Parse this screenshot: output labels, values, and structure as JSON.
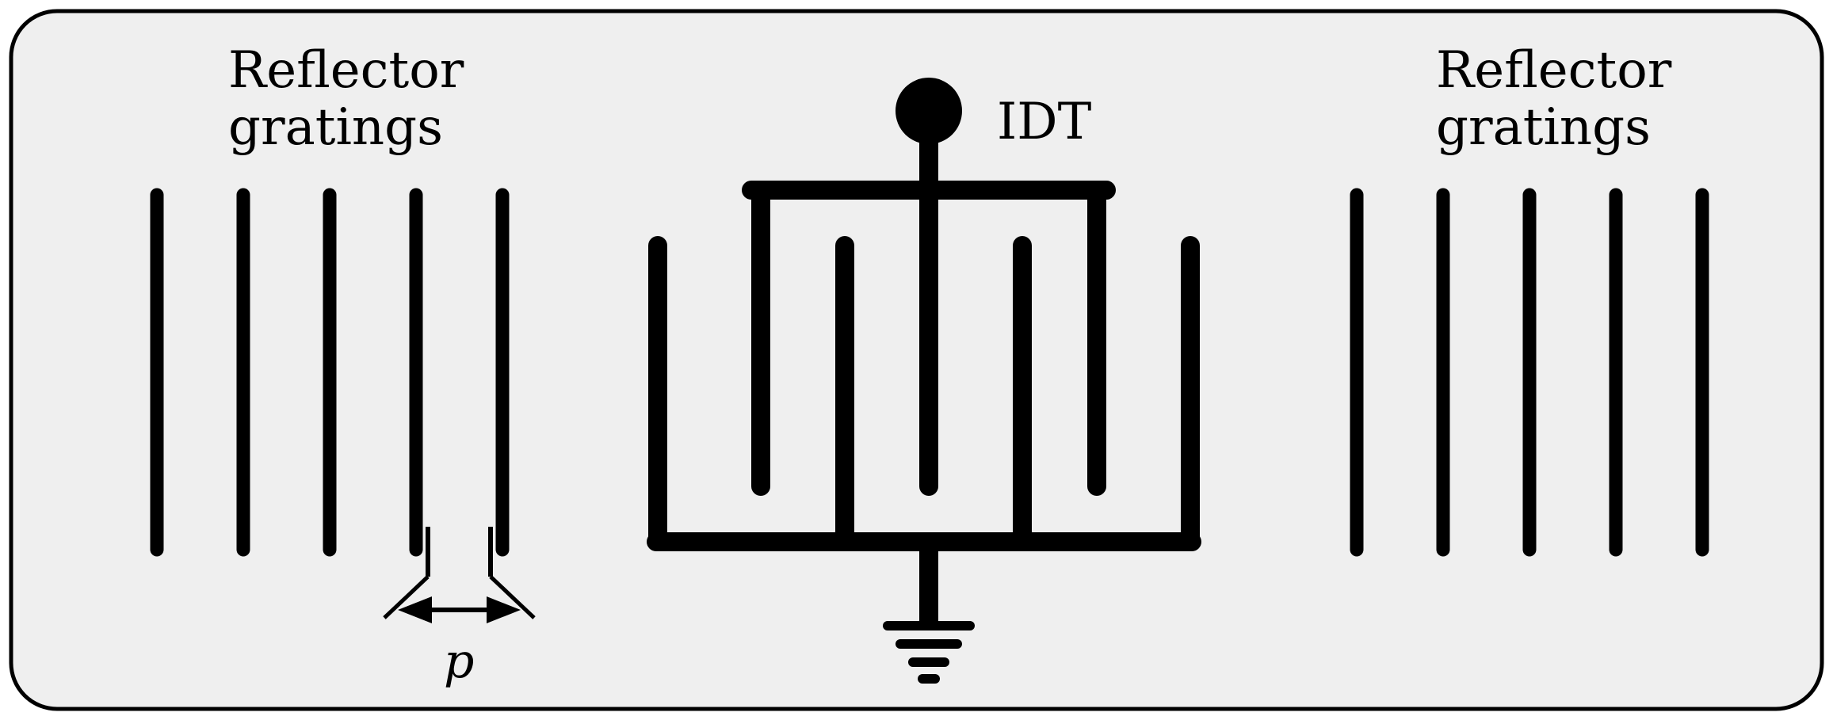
{
  "diagram": {
    "left_reflector_label": [
      "Reflector",
      "gratings"
    ],
    "right_reflector_label": [
      "Reflector",
      "gratings"
    ],
    "idt_label": "IDT",
    "pitch_label": "p"
  },
  "colors": {
    "panel_fill": "#efefef",
    "stroke": "#000000"
  }
}
